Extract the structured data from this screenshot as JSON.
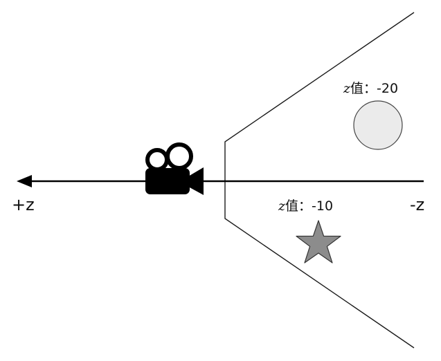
{
  "axis": {
    "positive_label": "+z",
    "negative_label": "-z"
  },
  "objects": [
    {
      "shape": "circle",
      "label_prefix": "z",
      "label_text": "值：-20",
      "fill": "#ebebeb"
    },
    {
      "shape": "star",
      "label_prefix": "z",
      "label_text": "值：-10",
      "fill": "#8c8c8c"
    }
  ],
  "camera": {
    "icon": "video-camera-icon"
  },
  "frustum": {
    "shape": "view-frustum"
  }
}
